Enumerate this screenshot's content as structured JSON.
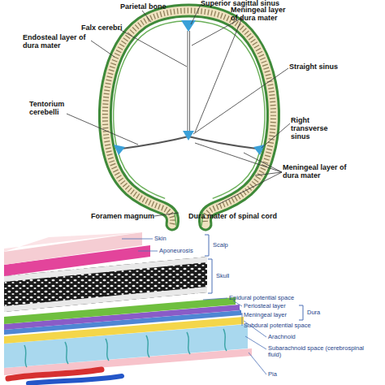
{
  "diagram": {
    "labels": [
      "Parietal bone",
      "Superior sagittal sinus",
      "Falx cerebri",
      "Meningeal layer of dura mater",
      "Endosteal layer of dura mater",
      "Straight sinus",
      "Tentorium cerebelli",
      "Right transverse sinus",
      "Meningeal layer of dura mater",
      "Foramen magnum",
      "Dura mater of spinal cord",
      "Skin",
      "Scalp",
      "Aponeurosis",
      "Skull",
      "Epidural potential space",
      "Periosteal layer",
      "Dura",
      "Meningeal layer",
      "Subdural potential space",
      "Arachnoid",
      "Subarachnoid space (cerebrospinal fluid)",
      "Pia"
    ]
  }
}
